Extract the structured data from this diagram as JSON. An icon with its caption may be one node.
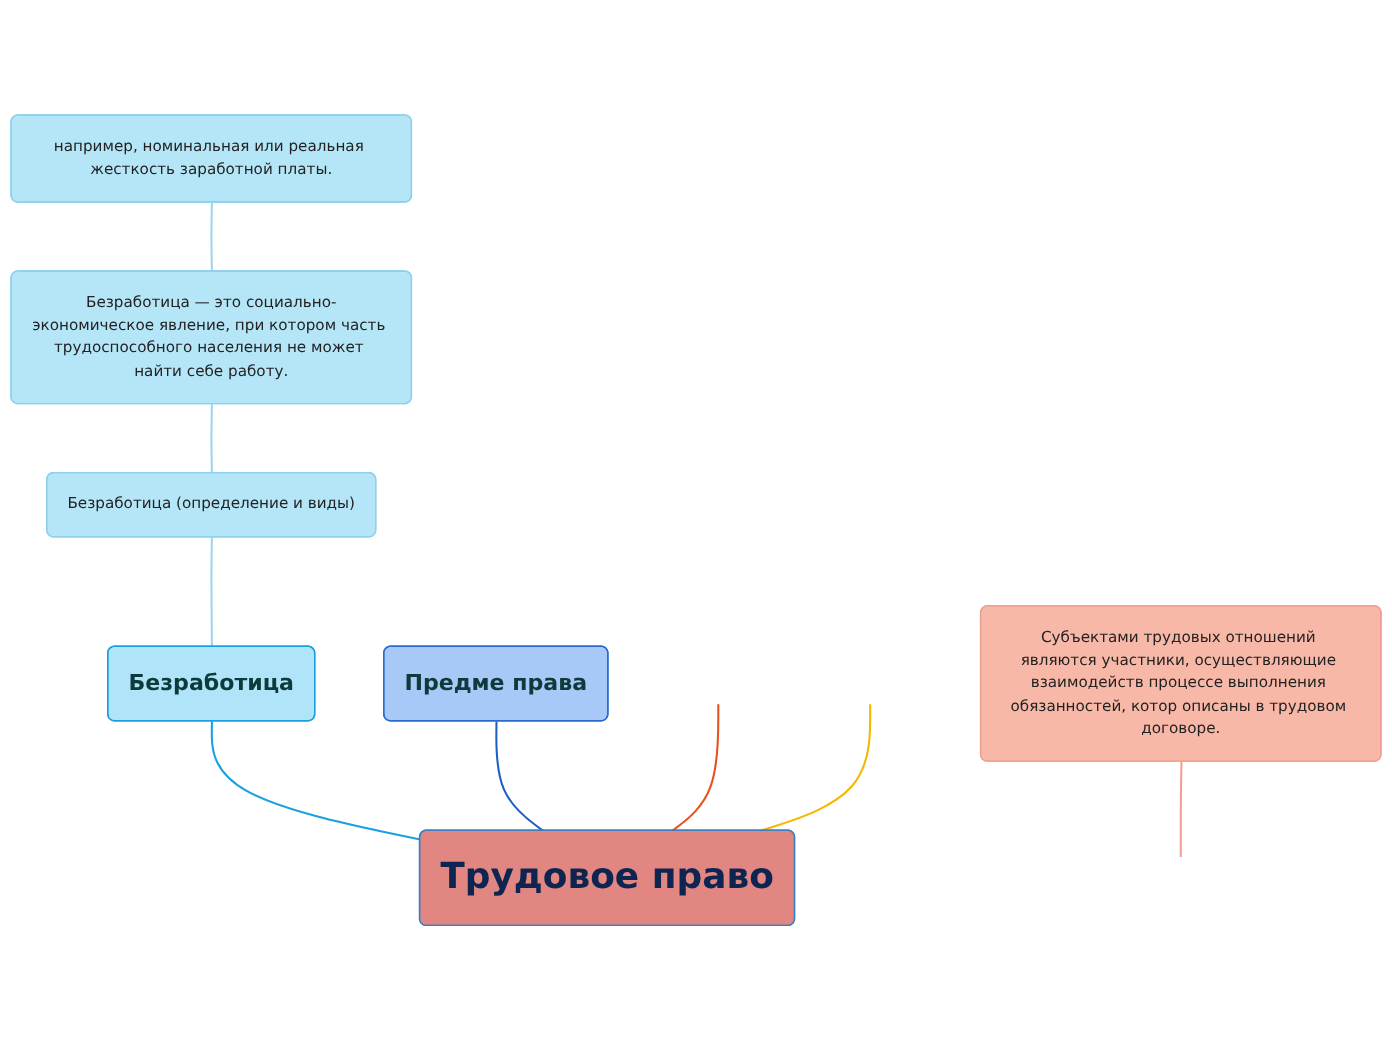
{
  "diagram": {
    "nodes": [
      {
        "text": [
          "Трудовое право"
        ]
      },
      {
        "text": [
          "Безработица"
        ]
      },
      {
        "text": [
          "Безработица (определение и виды)"
        ]
      },
      {
        "text": [
          "Безработица — это социально-экономическое явление, при котором часть трудоспособного населения не может найти себе работу."
        ]
      },
      {
        "text": [
          "например, номинальная или реальная жесткость заработной платы."
        ]
      },
      {
        "text": [
          "Предме права"
        ]
      },
      {
        "text": [
          "Субъектами трудовых отношений являются участники, осуществляющие взаимодейств процессе выполнения обязанностей, котор описаны в трудовом договоре."
        ]
      }
    ],
    "edges": [
      {
        "from": 0,
        "to": 1,
        "arrow": "none",
        "color": "#1a9fe0"
      },
      {
        "from": 1,
        "to": 2,
        "arrow": "none",
        "color": "#9fd4ec"
      },
      {
        "from": 2,
        "to": 3,
        "arrow": "none",
        "color": "#9fd4ec"
      },
      {
        "from": 3,
        "to": 4,
        "arrow": "none",
        "color": "#9fd4ec"
      },
      {
        "from": 0,
        "to": 5,
        "arrow": "none",
        "color": "#1f5fbf"
      },
      {
        "from": 0,
        "to": null,
        "arrow": "none",
        "color": "#e8501e"
      },
      {
        "from": 0,
        "to": null,
        "arrow": "none",
        "color": "#f5b800"
      },
      {
        "from": null,
        "to": 6,
        "arrow": "none",
        "color": "#f0a090"
      }
    ]
  }
}
